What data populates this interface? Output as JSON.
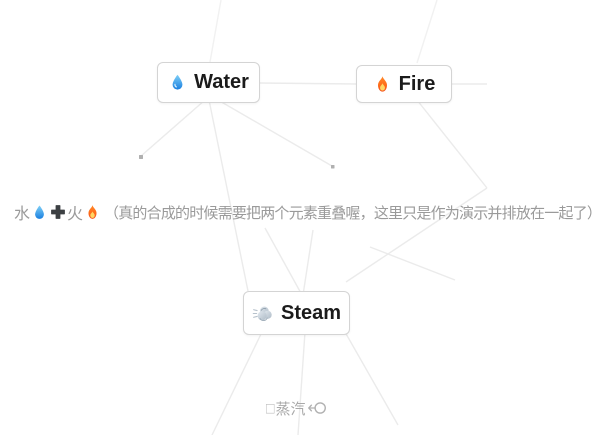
{
  "tiles": [
    {
      "label": "Water",
      "icon": "water-drop-icon"
    },
    {
      "label": "Fire",
      "icon": "fire-icon"
    },
    {
      "label": "Steam",
      "icon": "steam-puff-icon"
    }
  ],
  "caption": {
    "water_text": "水",
    "plus_icon": "heavy-plus-icon",
    "fire_text": "火",
    "fire_icon": "fire-icon",
    "water_icon": "water-drop-icon",
    "note": "（真的合成的时候需要把两个元素重叠喔，这里只是作为演示并排放在一起了）"
  },
  "steam_caption": {
    "missing_glyph": "□",
    "text": "蒸汽",
    "icon": "dash-outline-icon"
  },
  "colors": {
    "background": "#ffffff",
    "tile_border": "#d4d4d4",
    "tile_text": "#1b1b1b",
    "caption_text": "#9a9a9a",
    "steam_caption_text": "#a9a9a9",
    "connection_line": "#ebebeb",
    "node_dot": "#b0b0b0",
    "water_blue": "#2196f3",
    "fire_orange": "#ff7a1a",
    "steam_gray": "#c9d3dc",
    "plus_dark": "#3c4043"
  }
}
